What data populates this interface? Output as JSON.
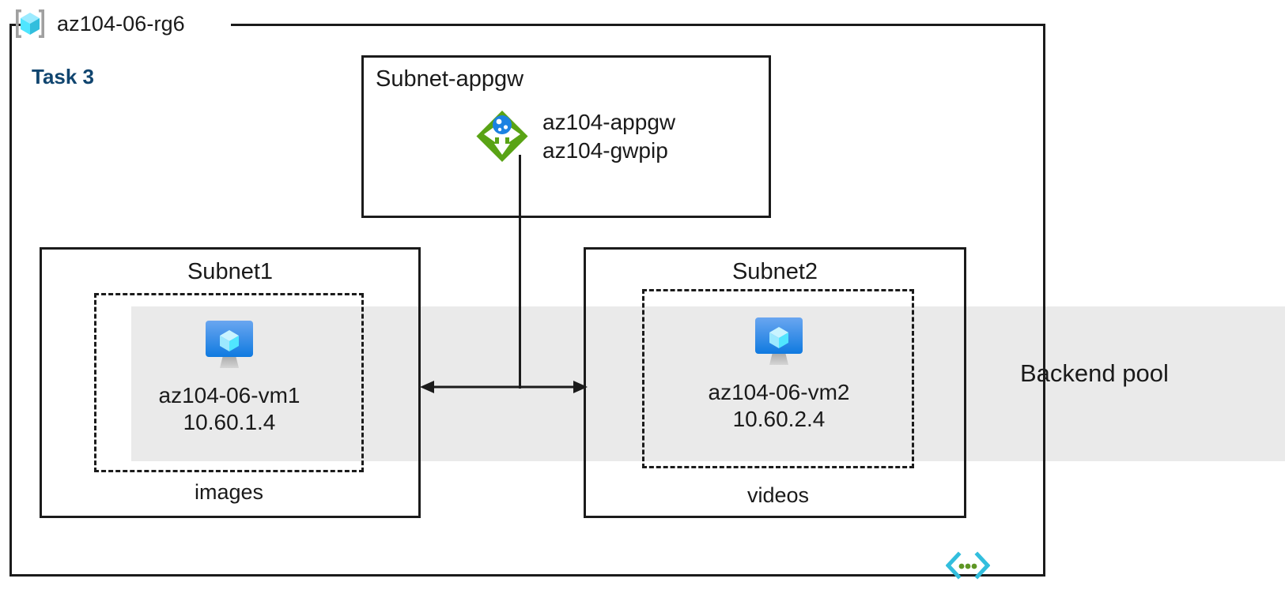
{
  "diagram": {
    "type": "azure-architecture",
    "resource_group": {
      "name": "az104-06-rg6",
      "icon": "resource-group-icon"
    },
    "task": {
      "label": "Task 3",
      "color": "#10456f"
    },
    "backend_pool": {
      "label": "Backend pool",
      "band_color": "#eaeaea"
    },
    "vnet": {
      "icon": "virtual-network-icon"
    },
    "subnets": [
      {
        "id": "subnet-appgw",
        "title": "Subnet-appgw",
        "resources": [
          {
            "icon": "application-gateway-icon",
            "lines": [
              "az104-appgw",
              "az104-gwpip"
            ]
          }
        ]
      },
      {
        "id": "subnet1",
        "title": "Subnet1",
        "caption": "images",
        "vm": {
          "icon": "virtual-machine-icon",
          "name": "az104-06-vm1",
          "ip": "10.60.1.4"
        }
      },
      {
        "id": "subnet2",
        "title": "Subnet2",
        "caption": "videos",
        "vm": {
          "icon": "virtual-machine-icon",
          "name": "az104-06-vm2",
          "ip": "10.60.2.4"
        }
      }
    ],
    "connectors": [
      {
        "id": "appgw-to-backend",
        "kind": "vertical-line"
      },
      {
        "id": "subnet1-subnet2-link",
        "kind": "double-headed-arrow"
      }
    ],
    "colors": {
      "stroke": "#1b1b1b",
      "band": "#eaeaea",
      "appgw_green": "#59a315",
      "vm_blue": "#1b82e2",
      "cube_cyan": "#50e6ff",
      "vnet_cyan": "#32bedd",
      "vnet_green": "#5e9624",
      "task_blue": "#10456f"
    }
  }
}
